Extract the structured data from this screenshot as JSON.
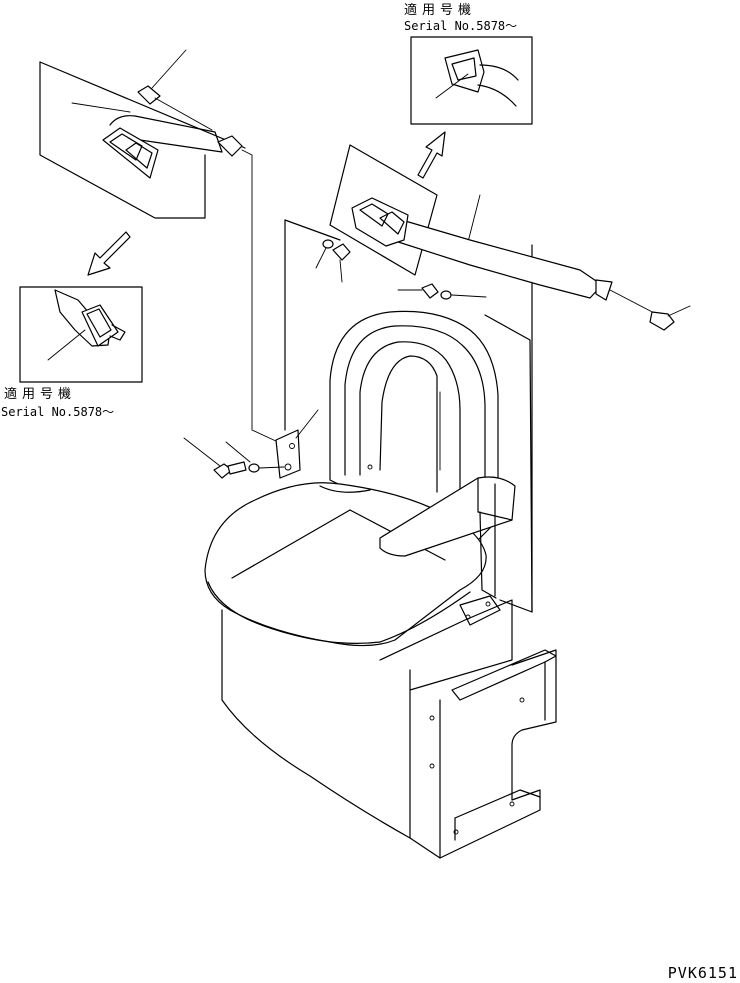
{
  "callouts": {
    "right": {
      "applicable_models": "適用号機",
      "serial": "Serial No.5878～"
    },
    "left": {
      "applicable_models": "適用号機",
      "serial": "Serial No.5878～"
    }
  },
  "figure_code": "PVK6151",
  "colors": {
    "line": "#000000",
    "background": "#ffffff"
  }
}
